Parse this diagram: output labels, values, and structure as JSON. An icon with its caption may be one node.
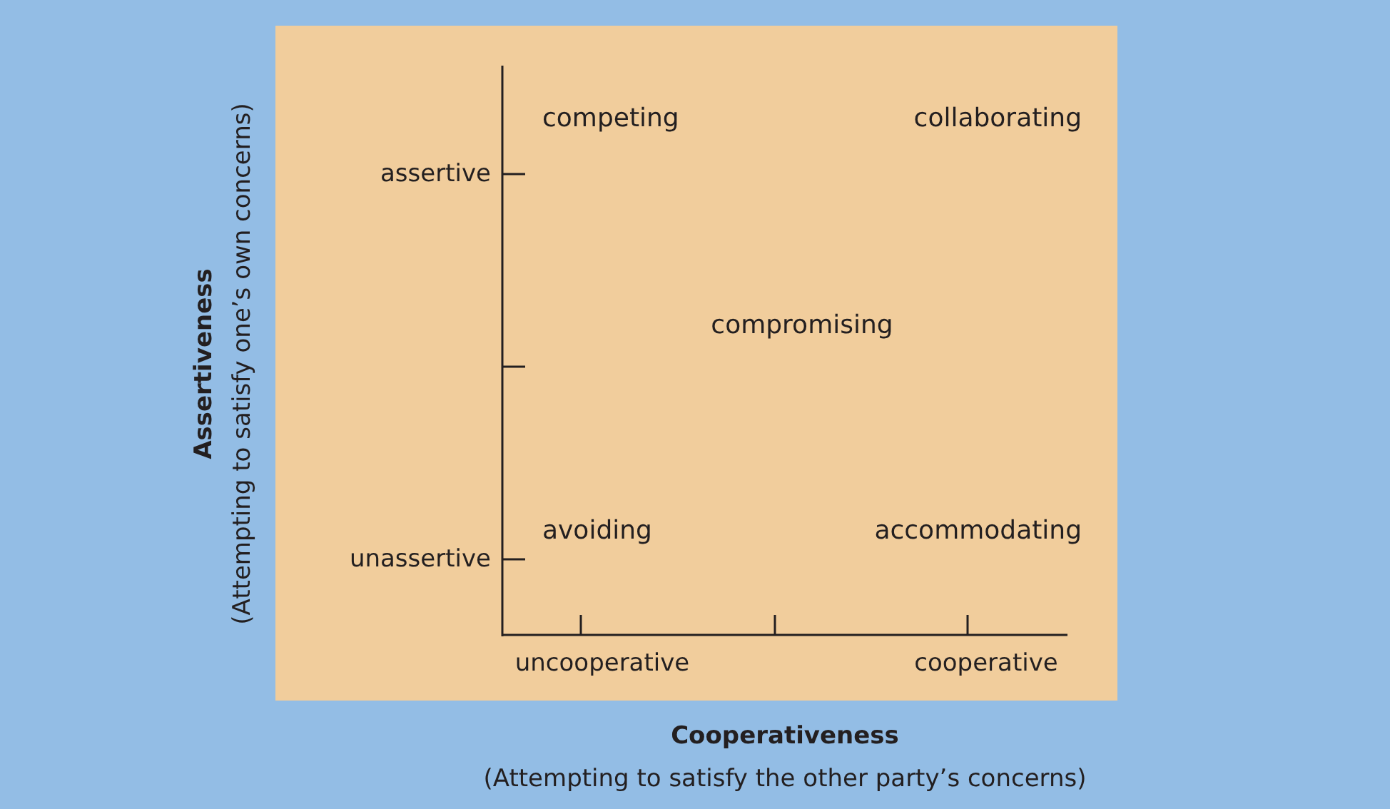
{
  "diagram": {
    "labels": [
      "competing",
      "collaborating",
      "assertive",
      "compromising",
      "avoiding",
      "accommodating",
      "unassertive",
      "uncooperative",
      "cooperative",
      "Cooperativeness",
      "(Attempting to satisfy the other party’s concerns)",
      "Assertiveness",
      "(Attempting to satisfy one’s own concerns)"
    ]
  }
}
